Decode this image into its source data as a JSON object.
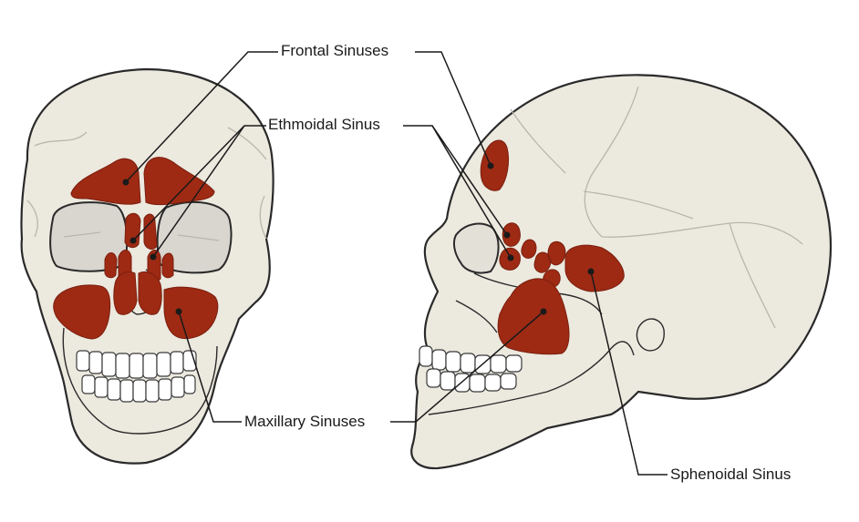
{
  "labels": {
    "frontal": "Frontal Sinuses",
    "ethmoidal": "Ethmoidal Sinus",
    "maxillary": "Maxillary Sinuses",
    "sphenoidal": "Sphenoidal Sinus"
  },
  "colors": {
    "sinus": "#9e2a14",
    "bone": "#ece9df",
    "orbit": "#d9d6d0",
    "outline": "#2a2a2a"
  }
}
